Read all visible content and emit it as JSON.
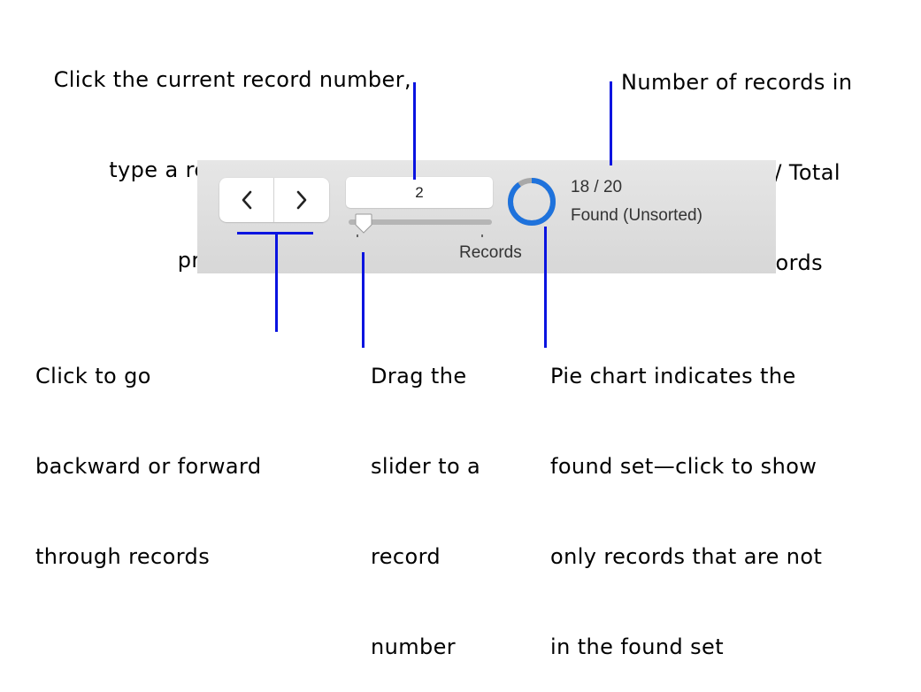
{
  "callouts": {
    "record_number": [
      "Click the current record number,",
      "type a record number, then",
      "press Enter or Return"
    ],
    "found_set_count": [
      "Number of records in",
      "the found set / Total",
      "number of records"
    ],
    "navigate": [
      "Click to go",
      "backward or forward",
      "through records"
    ],
    "slider": [
      "Drag the",
      "slider to a",
      "record",
      "number"
    ],
    "pie_chart": [
      "Pie chart indicates the",
      "found set—click to show",
      "only records that are not",
      "in the found set"
    ]
  },
  "toolbar": {
    "prev_icon": "chevron-left-icon",
    "next_icon": "chevron-right-icon",
    "current_record": "2",
    "slider_position": 0.05,
    "records_label": "Records",
    "found_count": "18 / 20",
    "found_status": "Found (Unsorted)",
    "found_fraction": 0.9,
    "pie_found_color": "#1e72dc",
    "pie_omitted_color": "#a8a8a8"
  }
}
